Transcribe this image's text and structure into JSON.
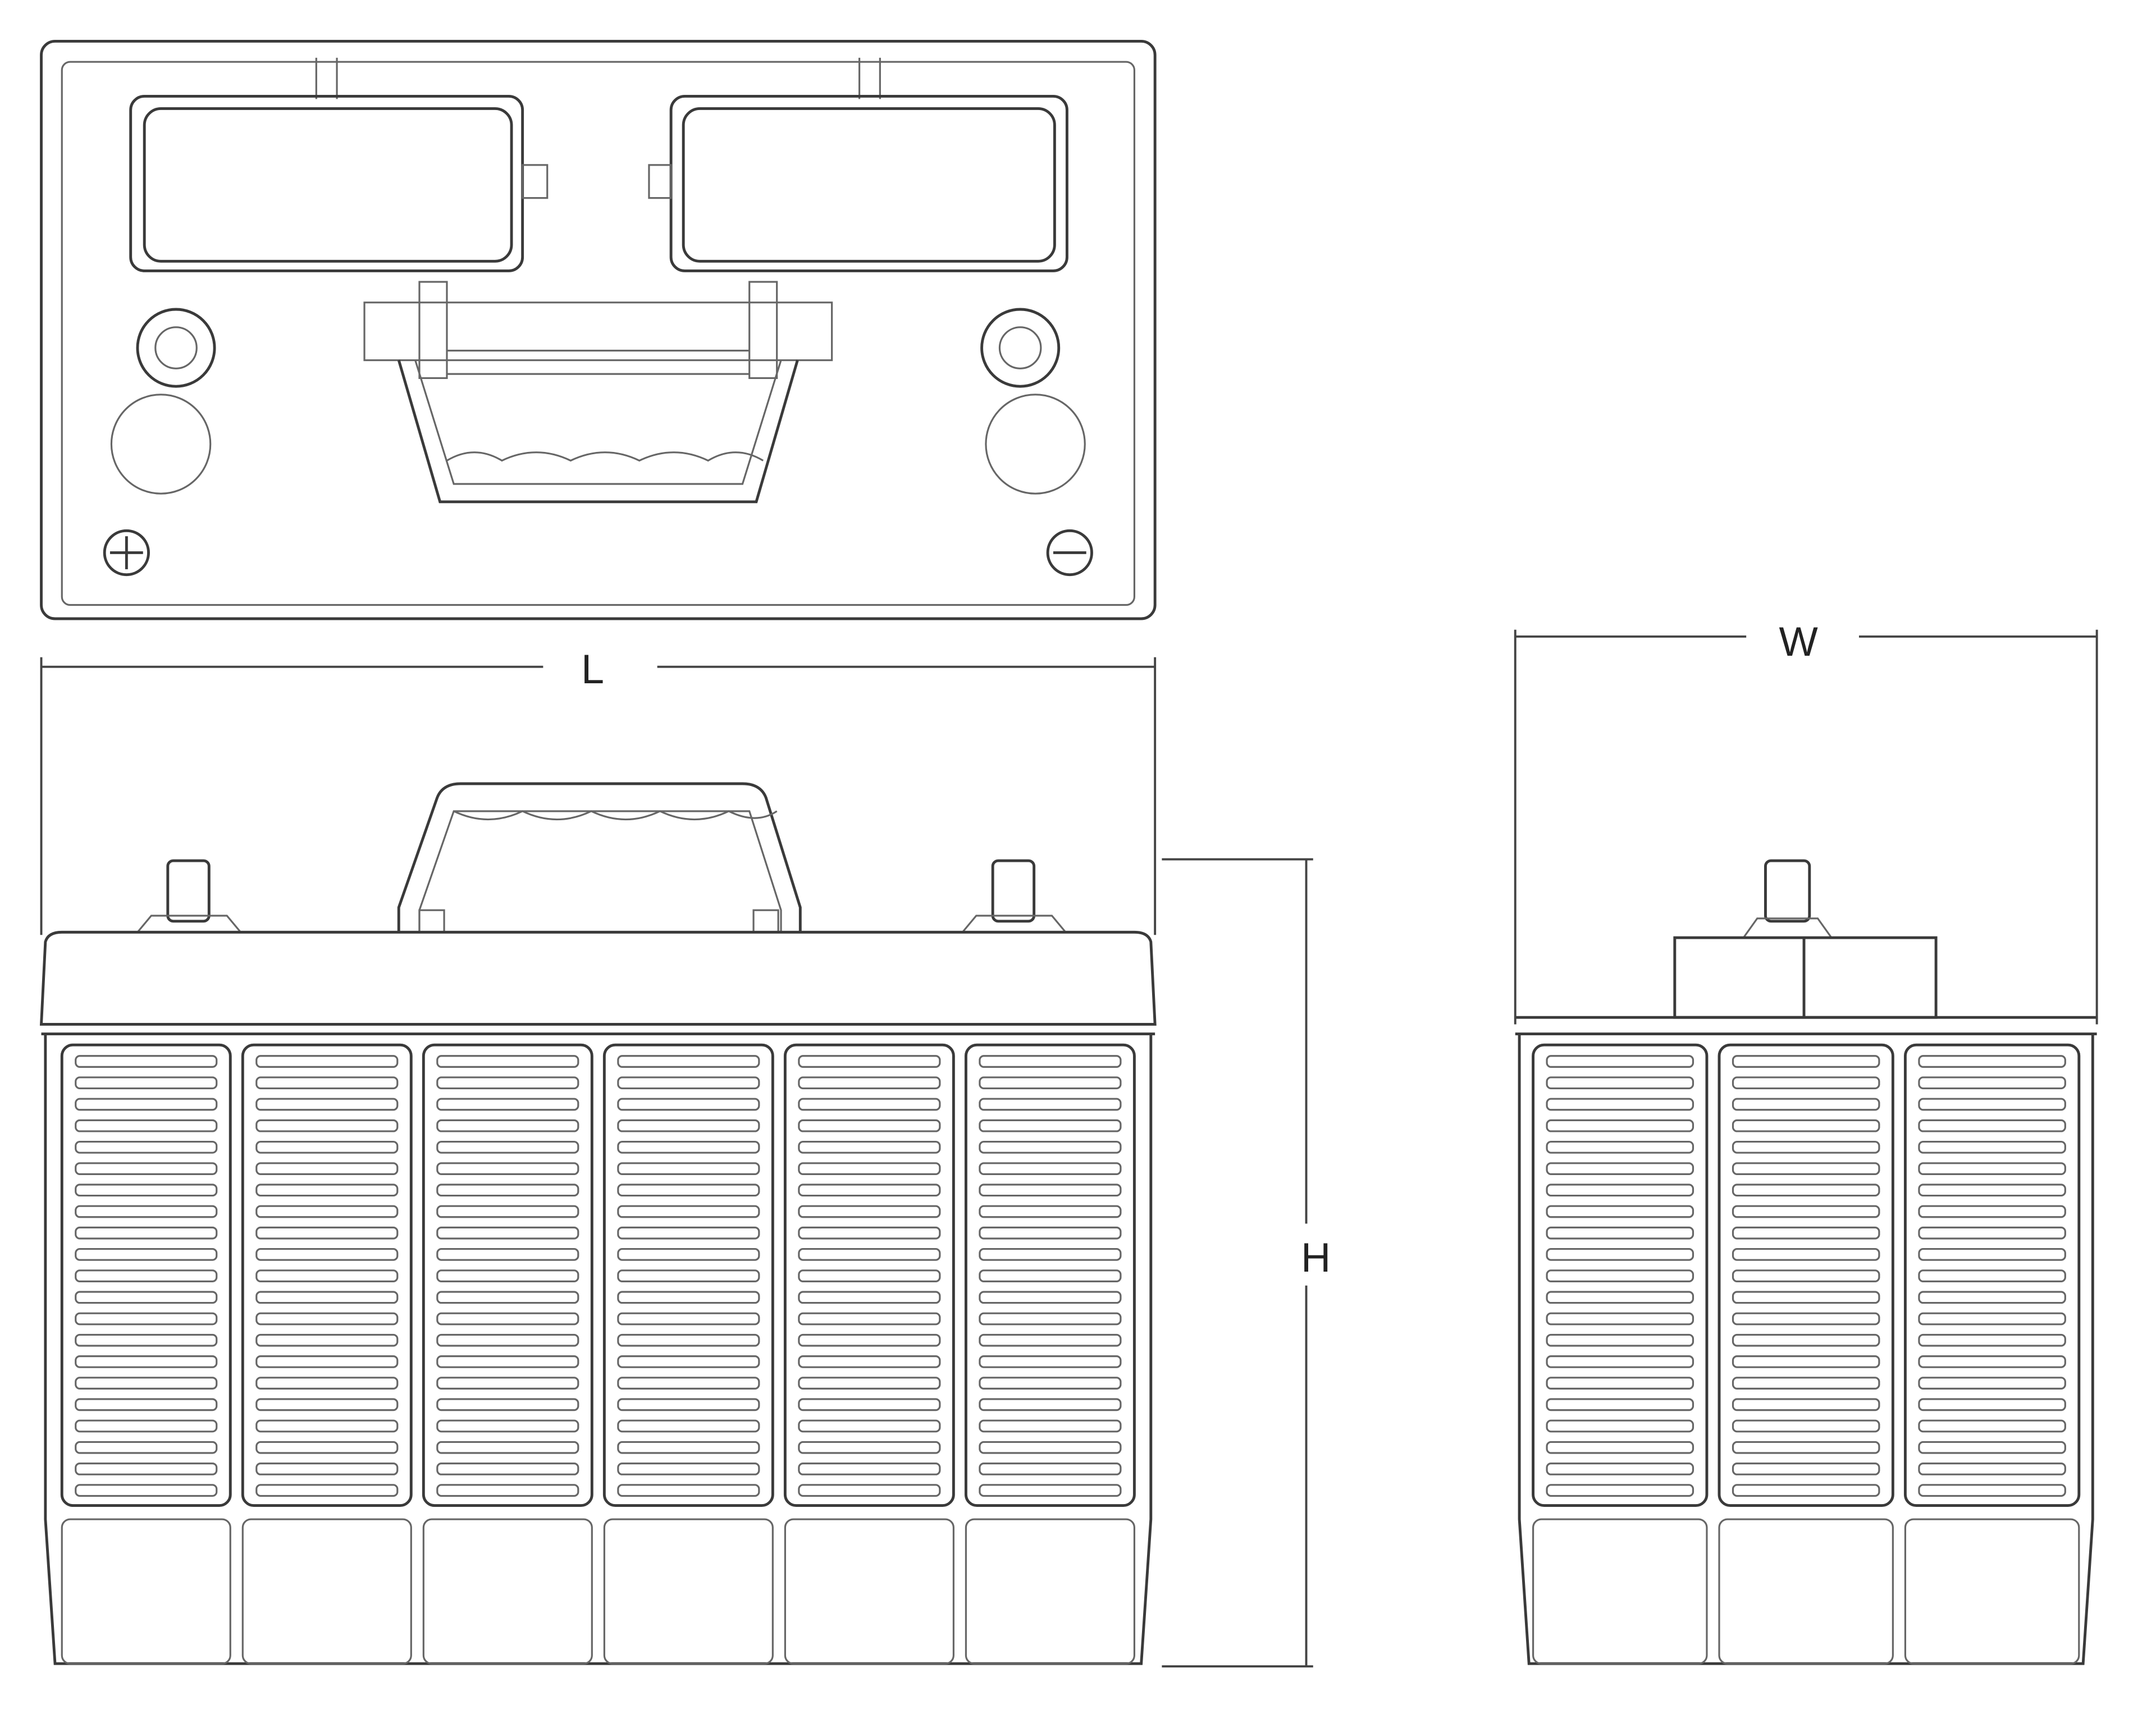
{
  "diagram": {
    "subject": "battery",
    "dimensions": {
      "length_label": "L",
      "width_label": "W",
      "height_label": "H"
    },
    "terminal_symbols": {
      "positive": "plus-symbol-icon",
      "negative": "minus-symbol-icon"
    },
    "front_cell_count": 6,
    "side_cell_count": 3,
    "line_color": "#3a3a3a",
    "background_color": "#ffffff"
  }
}
